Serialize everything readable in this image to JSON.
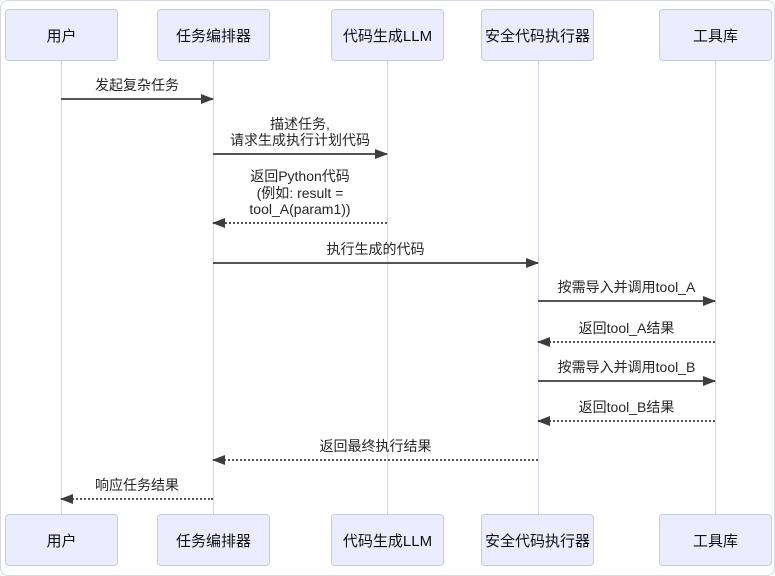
{
  "diagram": {
    "type": "sequence-diagram",
    "actors": [
      {
        "id": "user",
        "label": "用户"
      },
      {
        "id": "task-orchestrator",
        "label": "任务编排器"
      },
      {
        "id": "codegen-llm",
        "label": "代码生成LLM"
      },
      {
        "id": "code-executor",
        "label": "安全代码执行器"
      },
      {
        "id": "tool-library",
        "label": "工具库"
      }
    ],
    "messages": [
      {
        "label": "发起复杂任务",
        "from": "用户",
        "to": "任务编排器",
        "style": "solid"
      },
      {
        "label": "描述任务,\n请求生成执行计划代码",
        "from": "任务编排器",
        "to": "代码生成LLM",
        "style": "solid"
      },
      {
        "label": "返回Python代码\n(例如: result =\ntool_A(param1))",
        "from": "代码生成LLM",
        "to": "任务编排器",
        "style": "dashed"
      },
      {
        "label": "执行生成的代码",
        "from": "任务编排器",
        "to": "安全代码执行器",
        "style": "solid"
      },
      {
        "label": "按需导入并调用tool_A",
        "from": "安全代码执行器",
        "to": "工具库",
        "style": "solid"
      },
      {
        "label": "返回tool_A结果",
        "from": "工具库",
        "to": "安全代码执行器",
        "style": "dashed"
      },
      {
        "label": "按需导入并调用tool_B",
        "from": "安全代码执行器",
        "to": "工具库",
        "style": "solid"
      },
      {
        "label": "返回tool_B结果",
        "from": "工具库",
        "to": "安全代码执行器",
        "style": "dashed"
      },
      {
        "label": "返回最终执行结果",
        "from": "安全代码执行器",
        "to": "任务编排器",
        "style": "dashed"
      },
      {
        "label": "响应任务结果",
        "from": "任务编排器",
        "to": "用户",
        "style": "dashed"
      }
    ],
    "colors": {
      "actor_fill": "#ececff",
      "actor_border": "#c9c9e8",
      "lifeline": "#d5d5ea",
      "arrow_line": "#555555",
      "arrowhead": "#3d3d3d",
      "text": "#262626",
      "background": "#ffffff"
    }
  }
}
